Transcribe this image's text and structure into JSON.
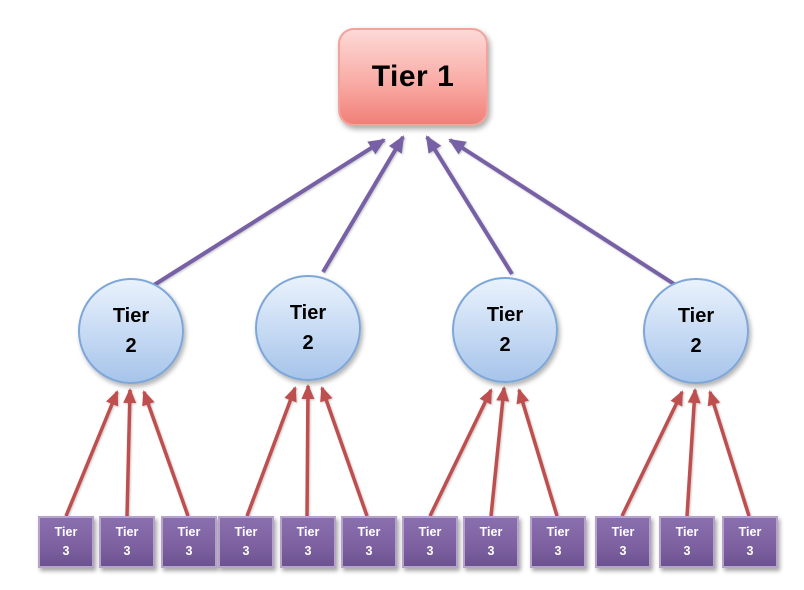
{
  "diagram": {
    "tier1": {
      "label": "Tier 1"
    },
    "tier2": [
      {
        "line1": "Tier",
        "line2": "2"
      },
      {
        "line1": "Tier",
        "line2": "2"
      },
      {
        "line1": "Tier",
        "line2": "2"
      },
      {
        "line1": "Tier",
        "line2": "2"
      }
    ],
    "tier3": [
      {
        "line1": "Tier",
        "line2": "3"
      },
      {
        "line1": "Tier",
        "line2": "3"
      },
      {
        "line1": "Tier",
        "line2": "3"
      },
      {
        "line1": "Tier",
        "line2": "3"
      },
      {
        "line1": "Tier",
        "line2": "3"
      },
      {
        "line1": "Tier",
        "line2": "3"
      },
      {
        "line1": "Tier",
        "line2": "3"
      },
      {
        "line1": "Tier",
        "line2": "3"
      },
      {
        "line1": "Tier",
        "line2": "3"
      },
      {
        "line1": "Tier",
        "line2": "3"
      },
      {
        "line1": "Tier",
        "line2": "3"
      },
      {
        "line1": "Tier",
        "line2": "3"
      }
    ],
    "colors": {
      "tier1_fill_top": "#fdd9d6",
      "tier1_fill_bottom": "#f08078",
      "tier1_border": "#f3a29c",
      "tier2_fill_top": "#e9f2fc",
      "tier2_fill_bottom": "#a6c4ea",
      "tier2_border": "#7da7d9",
      "tier3_fill": "#7d60a0",
      "tier3_border": "#b5a3ca",
      "arrow_purple": "#7760a6",
      "arrow_red": "#bf4e4e"
    }
  }
}
